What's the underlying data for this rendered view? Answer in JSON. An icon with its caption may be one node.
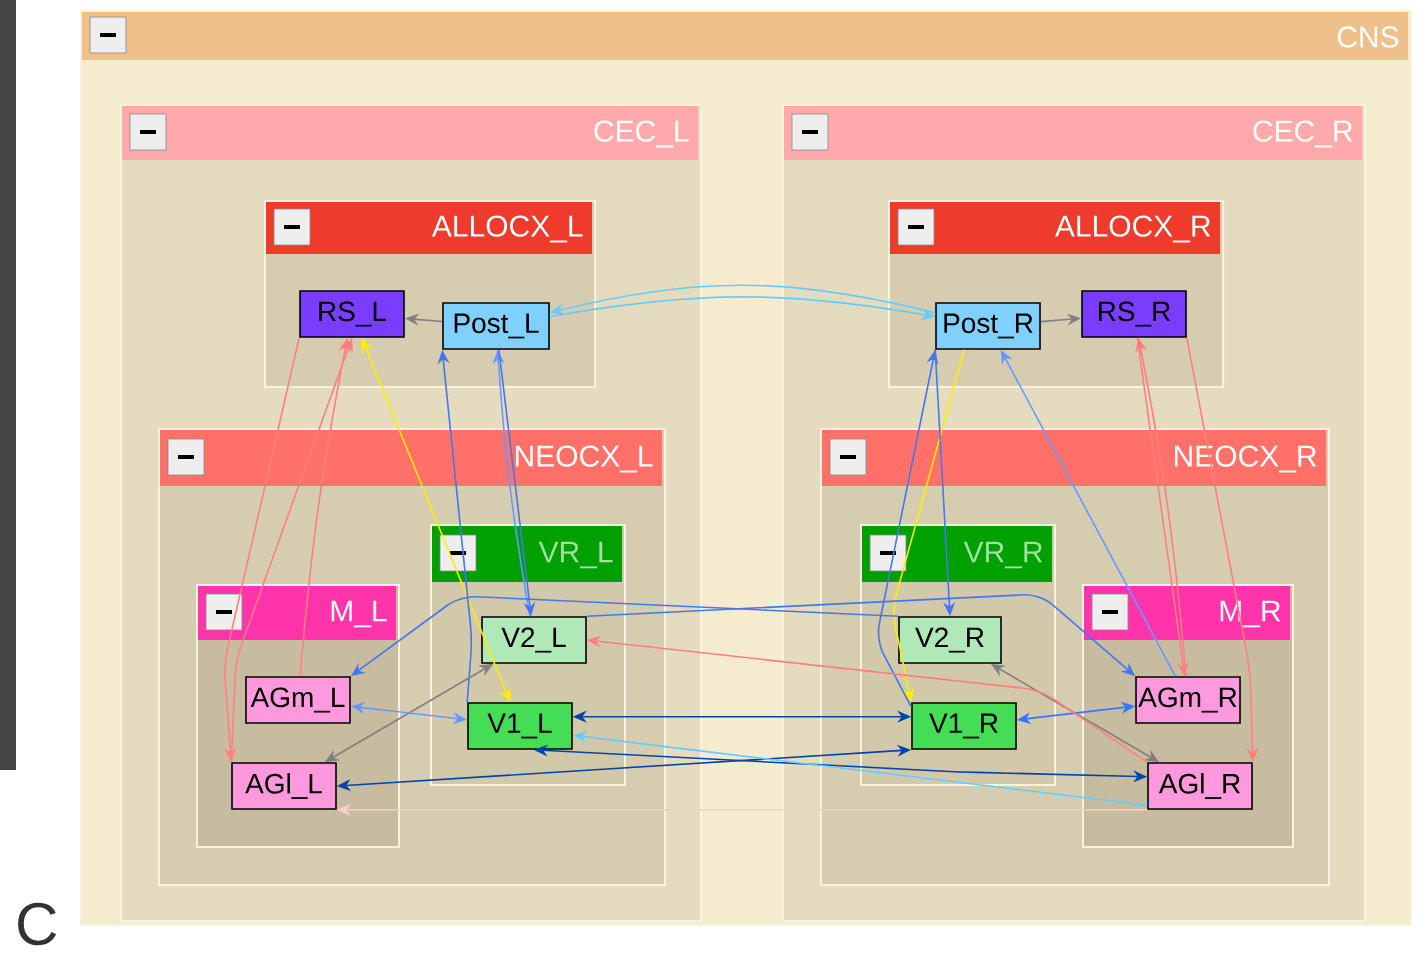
{
  "diagram": {
    "nodes": [
      {
        "text": [
          "CNS"
        ]
      },
      {
        "text": [
          "CEC_L"
        ],
        "in": 0
      },
      {
        "text": [
          "ALLOCX_L"
        ],
        "in": 1
      },
      {
        "text": [
          "RS_L"
        ],
        "in": 2
      },
      {
        "text": [
          "Post_L"
        ],
        "in": 2
      },
      {
        "text": [
          "NEOCX_L"
        ],
        "in": 1
      },
      {
        "text": [
          "VR_L"
        ],
        "in": 5
      },
      {
        "text": [
          "V2_L"
        ],
        "in": 6
      },
      {
        "text": [
          "V1_L"
        ],
        "in": 6
      },
      {
        "text": [
          "M_L"
        ],
        "in": 5
      },
      {
        "text": [
          "AGm_L"
        ],
        "in": 9
      },
      {
        "text": [
          "AGl_L"
        ],
        "in": 9
      },
      {
        "text": [
          "CEC_R"
        ],
        "in": 0
      },
      {
        "text": [
          "ALLOCX_R"
        ],
        "in": 12
      },
      {
        "text": [
          "Post_R"
        ],
        "in": 13
      },
      {
        "text": [
          "RS_R"
        ],
        "in": 13
      },
      {
        "text": [
          "NEOCX_R"
        ],
        "in": 12
      },
      {
        "text": [
          "VR_R"
        ],
        "in": 16
      },
      {
        "text": [
          "V2_R"
        ],
        "in": 17
      },
      {
        "text": [
          "V1_R"
        ],
        "in": 17
      },
      {
        "text": [
          "M_R"
        ],
        "in": 16
      },
      {
        "text": [
          "AGm_R"
        ],
        "in": 20
      },
      {
        "text": [
          "AGl_R"
        ],
        "in": 20
      }
    ],
    "edges": [
      {
        "from": 4,
        "to": 3,
        "arrow": "to",
        "color": "#808080"
      },
      {
        "from": 14,
        "to": 15,
        "arrow": "to",
        "color": "#808080"
      },
      {
        "from": 4,
        "to": 14,
        "arrow": "to",
        "color": "#66ccff"
      },
      {
        "from": 14,
        "to": 4,
        "arrow": "to",
        "color": "#66ccff"
      },
      {
        "from": 10,
        "to": 3,
        "arrow": "to",
        "color": "#ff7f7f"
      },
      {
        "from": 11,
        "to": 3,
        "arrow": "to",
        "color": "#ff7f7f"
      },
      {
        "from": 3,
        "to": 11,
        "arrow": "to",
        "color": "#ff7f7f"
      },
      {
        "from": 21,
        "to": 15,
        "arrow": "to",
        "color": "#ff7f7f"
      },
      {
        "from": 15,
        "to": 22,
        "arrow": "to",
        "color": "#ff7f7f"
      },
      {
        "from": 15,
        "to": 21,
        "arrow": "to",
        "color": "#ff7f7f"
      },
      {
        "from": 3,
        "to": 8,
        "arrow": "both",
        "color": "#ffee00"
      },
      {
        "from": 14,
        "to": 19,
        "arrow": "to",
        "color": "#ffee00"
      },
      {
        "from": 7,
        "to": 4,
        "arrow": "to",
        "color": "#6699ff"
      },
      {
        "from": 8,
        "to": 4,
        "arrow": "to",
        "color": "#4477ee"
      },
      {
        "from": 4,
        "to": 7,
        "arrow": "to",
        "color": "#4477ee"
      },
      {
        "from": 19,
        "to": 14,
        "arrow": "to",
        "color": "#4477ee"
      },
      {
        "from": 14,
        "to": 18,
        "arrow": "to",
        "color": "#4477ee"
      },
      {
        "from": 21,
        "to": 14,
        "arrow": "to",
        "color": "#6699ff"
      },
      {
        "from": 8,
        "to": 19,
        "arrow": "both",
        "color": "#0044aa"
      },
      {
        "from": 8,
        "to": 22,
        "arrow": "both",
        "color": "#0044aa"
      },
      {
        "from": 19,
        "to": 11,
        "arrow": "both",
        "color": "#0044aa"
      },
      {
        "from": 7,
        "to": 11,
        "arrow": "both",
        "color": "#808080"
      },
      {
        "from": 18,
        "to": 22,
        "arrow": "both",
        "color": "#808080"
      },
      {
        "from": 10,
        "to": 8,
        "arrow": "both",
        "color": "#6699ff"
      },
      {
        "from": 19,
        "to": 21,
        "arrow": "both",
        "color": "#3377ff"
      },
      {
        "from": 22,
        "to": 11,
        "arrow": "to",
        "color": "#ffcccc"
      },
      {
        "from": 18,
        "to": 10,
        "arrow": "to",
        "color": "#4477ee"
      },
      {
        "from": 7,
        "to": 21,
        "arrow": "to",
        "color": "#4477ee"
      },
      {
        "from": 22,
        "to": 7,
        "arrow": "to",
        "color": "#ff7f7f"
      },
      {
        "from": 22,
        "to": 8,
        "arrow": "to",
        "color": "#66ccff"
      }
    ],
    "labels": [
      "C"
    ]
  }
}
